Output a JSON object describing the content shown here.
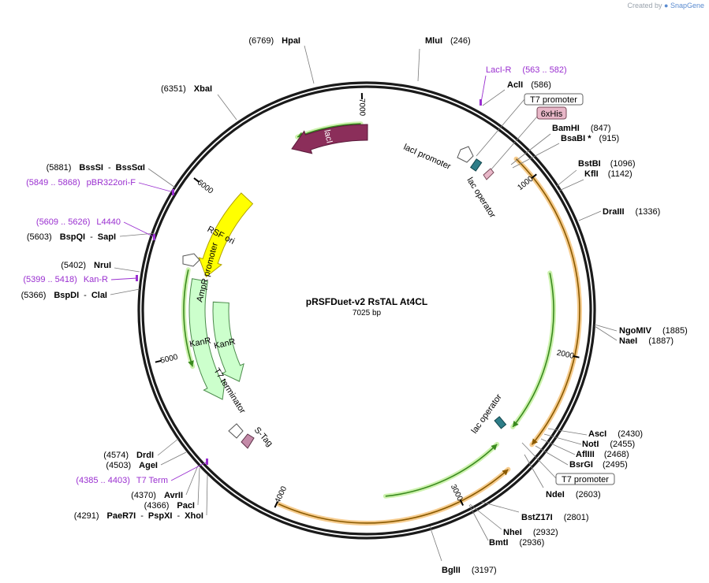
{
  "app": {
    "credit_prefix": "Created by",
    "credit_brand": "SnapGene",
    "brand_icon": "snapgene-logo-icon"
  },
  "plasmid": {
    "name": "pRSFDuet-v2 RsTAL At4CL",
    "length_label": "7025 bp",
    "length_bp": 7025
  },
  "ticks": [
    {
      "bp": 1000,
      "label": "1000"
    },
    {
      "bp": 2000,
      "label": "2000"
    },
    {
      "bp": 3000,
      "label": "3000"
    },
    {
      "bp": 4000,
      "label": "4000"
    },
    {
      "bp": 5000,
      "label": "5000"
    },
    {
      "bp": 6000,
      "label": "6000"
    },
    {
      "bp": 7000,
      "label": "7000"
    }
  ],
  "features": [
    {
      "name": "lacI",
      "start": 6540,
      "end": 5,
      "dir": -1,
      "color": "#8b2e5a",
      "stroke": "#5a1a3a",
      "ring": 0,
      "label": "lacI"
    },
    {
      "name": "RSF ori",
      "start": 5500,
      "end": 6110,
      "dir": -1,
      "color": "#ffff00",
      "stroke": "#b0a000",
      "ring": 0,
      "label": "RSF ori"
    },
    {
      "name": "KanR",
      "start": 4650,
      "end": 5470,
      "dir": -1,
      "color": "#ccffcc",
      "stroke": "#4a8a4a",
      "ring": 0,
      "label": "KanR"
    },
    {
      "name": "KanR",
      "start": 4700,
      "end": 5330,
      "dir": -1,
      "color": "#ccffcc",
      "stroke": "#4a8a4a",
      "ring": 1,
      "label": "KanR"
    }
  ],
  "features_labels": {
    "lacI_promoter": "lacI promoter",
    "lac_operator_top": "lac operator",
    "lac_operator_bottom": "lac operator",
    "ampr_promoter": "AmpR promoter",
    "t7_terminator": "T7 terminator",
    "s_tag": "S-Tag"
  },
  "orfs": [
    {
      "start": 870,
      "end": 2520,
      "dir": 1
    },
    {
      "start": 2700,
      "end": 3990,
      "dir": -1
    }
  ],
  "green_arcs": [
    {
      "start": 1530,
      "end": 2510,
      "dir": 1
    },
    {
      "start": 2650,
      "end": 3400,
      "dir": -1
    },
    {
      "start": 4920,
      "end": 5520,
      "dir": -1
    },
    {
      "start": 6600,
      "end": 6990,
      "dir": -1
    }
  ],
  "sites_right": [
    {
      "name": "MluI",
      "pos": "(246)"
    },
    {
      "name": "AclI",
      "pos": "(586)"
    },
    {
      "name": "BamHI",
      "pos": "(847)"
    },
    {
      "name": "BsaBI *",
      "pos": "(915)"
    },
    {
      "name": "BstBI",
      "pos": "(1096)"
    },
    {
      "name": "KflI",
      "pos": "(1142)"
    },
    {
      "name": "DraIII",
      "pos": "(1336)"
    },
    {
      "name": "NgoMIV",
      "pos": "(1885)"
    },
    {
      "name": "NaeI",
      "pos": "(1887)"
    },
    {
      "name": "AscI",
      "pos": "(2430)"
    },
    {
      "name": "NotI",
      "pos": "(2455)"
    },
    {
      "name": "AflIII",
      "pos": "(2468)"
    },
    {
      "name": "BsrGI",
      "pos": "(2495)"
    },
    {
      "name": "NdeI",
      "pos": "(2603)"
    },
    {
      "name": "BstZ17I",
      "pos": "(2801)"
    },
    {
      "name": "NheI",
      "pos": "(2932)"
    },
    {
      "name": "BmtI",
      "pos": "(2936)"
    },
    {
      "name": "BglII",
      "pos": "(3197)"
    }
  ],
  "sites_left": [
    {
      "name": "HpaI",
      "pos": "(6769)"
    },
    {
      "name": "XbaI",
      "pos": "(6351)"
    },
    {
      "name": "BssSI",
      "iso": "BssSαI",
      "pos": "(5881)"
    },
    {
      "name": "BspQI",
      "iso": "SapI",
      "pos": "(5603)"
    },
    {
      "name": "NruI",
      "pos": "(5402)"
    },
    {
      "name": "BspDI",
      "iso": "ClaI",
      "pos": "(5366)"
    },
    {
      "name": "DrdI",
      "pos": "(4574)"
    },
    {
      "name": "AgeI",
      "pos": "(4503)"
    },
    {
      "name": "AvrII",
      "pos": "(4370)"
    },
    {
      "name": "PacI",
      "pos": "(4366)"
    },
    {
      "name": "PaeR7I",
      "iso": "PspXI",
      "iso2": "XhoI",
      "pos": "(4291)"
    }
  ],
  "primers": [
    {
      "name": "LacI-R",
      "range": "(563 .. 582)"
    },
    {
      "name": "pBR322ori-F",
      "range": "(5849 .. 5868)"
    },
    {
      "name": "L4440",
      "range": "(5609 .. 5626)"
    },
    {
      "name": "Kan-R",
      "range": "(5399 .. 5418)"
    },
    {
      "name": "T7 Term",
      "range": "(4385 .. 4403)"
    }
  ],
  "boxed_labels": {
    "t7_promoter_top": "T7 promoter",
    "his_tag": "6xHis",
    "t7_promoter_bottom": "T7 promoter"
  },
  "colors": {
    "backbone": "#1a1a1a",
    "primer": "#9a2fd0",
    "orf_fill": "#f5c37a",
    "orf_line": "#8a5a00",
    "green_line": "#3a8a1e",
    "green_glow": "#c4f0a0",
    "his_fill": "#e8b7c8",
    "operator": "#2e7d88"
  }
}
